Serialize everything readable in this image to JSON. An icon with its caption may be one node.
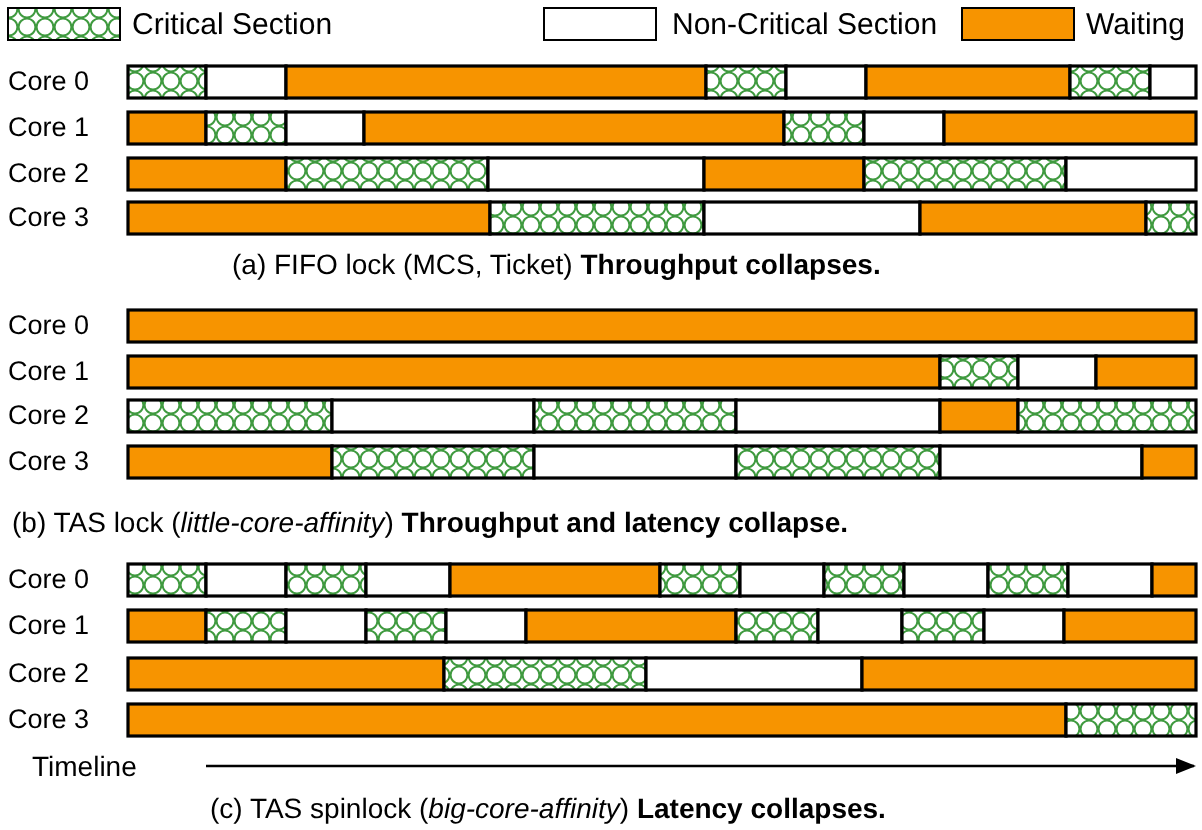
{
  "diagram": {
    "labels": [
      "Core 0",
      "Core 1",
      "Core 2",
      "Core 3",
      "(a) FIFO lock (MCS, Ticket) **Throughput collapses.**",
      "Core 0",
      "Core 1",
      "Core 2",
      "Core 3",
      "(b) TAS lock (*little-core-affinity*) **Throughput and latency collapse.**",
      "Core 0",
      "Core 1",
      "Core 2",
      "Core 3",
      "Timeline",
      "(c) TAS spinlock (*big-core-affinity*) **Latency collapses.**"
    ],
    "legend": [
      {
        "text": "Critical Section"
      },
      {
        "text": "Non-Critical Section",
        "color": "#ffffff"
      },
      {
        "text": "Waiting",
        "color": "#f79400"
      }
    ]
  }
}
